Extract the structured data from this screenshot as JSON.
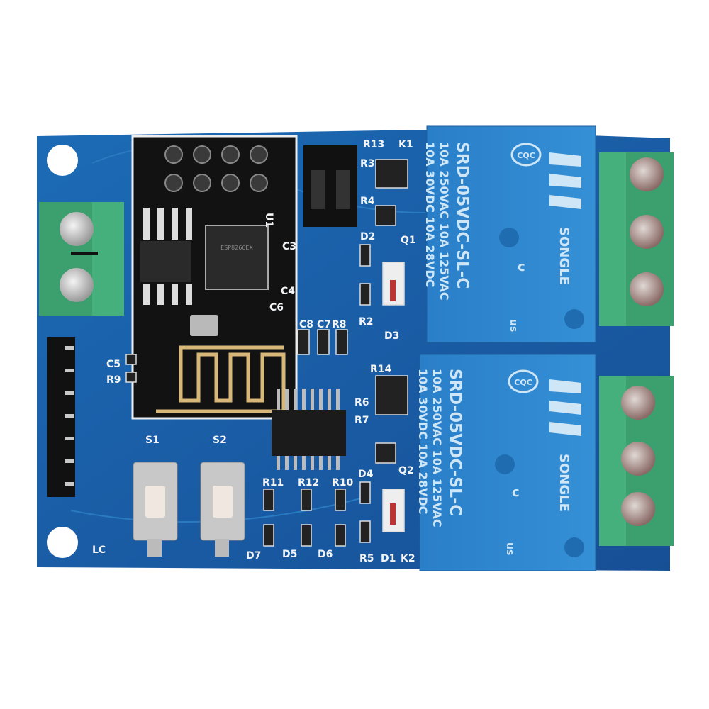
{
  "relays": [
    {
      "brand": "SONGLE",
      "model": "SRD-05VDC-SL-C",
      "rating_1": "10A 250VAC  10A 125VAC",
      "rating_2": "10A  30VDC  10A  28VDC",
      "cert": "CQC",
      "ul_suffix": "us",
      "ul_prefix": "c"
    },
    {
      "brand": "SONGLE",
      "model": "SRD-05VDC-SL-C",
      "rating_1": "10A 250VAC  10A 125VAC",
      "rating_2": "10A  30VDC  10A  28VDC",
      "cert": "CQC",
      "ul_suffix": "us",
      "ul_prefix": "c"
    }
  ],
  "module": {
    "chip": "ESP8266EX",
    "label": "U1"
  },
  "silkscreen": {
    "s1": "S1",
    "s2": "S2",
    "lc": "LC",
    "r11": "R11",
    "r12": "R12",
    "r10": "R10",
    "d4": "D4",
    "d7": "D7",
    "d5": "D5",
    "d6": "D6",
    "r5": "R5",
    "d1": "D1",
    "k2": "K2",
    "c5": "C5",
    "r9": "R9",
    "r14": "R14",
    "r6": "R6",
    "r7": "R7",
    "q2": "Q2",
    "c8": "C8",
    "c7": "C7",
    "r8": "R8",
    "d2": "D2",
    "r2": "R2",
    "d3": "D3",
    "r13": "R13",
    "k1": "K1",
    "r3": "R3",
    "r4": "R4",
    "q1": "Q1",
    "c3": "C3",
    "c4": "C4",
    "c6": "C6"
  },
  "colors": {
    "pcb": "#1f5fa8",
    "relay": "#2e86cf",
    "terminal": "#3fa874",
    "module": "#121212"
  }
}
